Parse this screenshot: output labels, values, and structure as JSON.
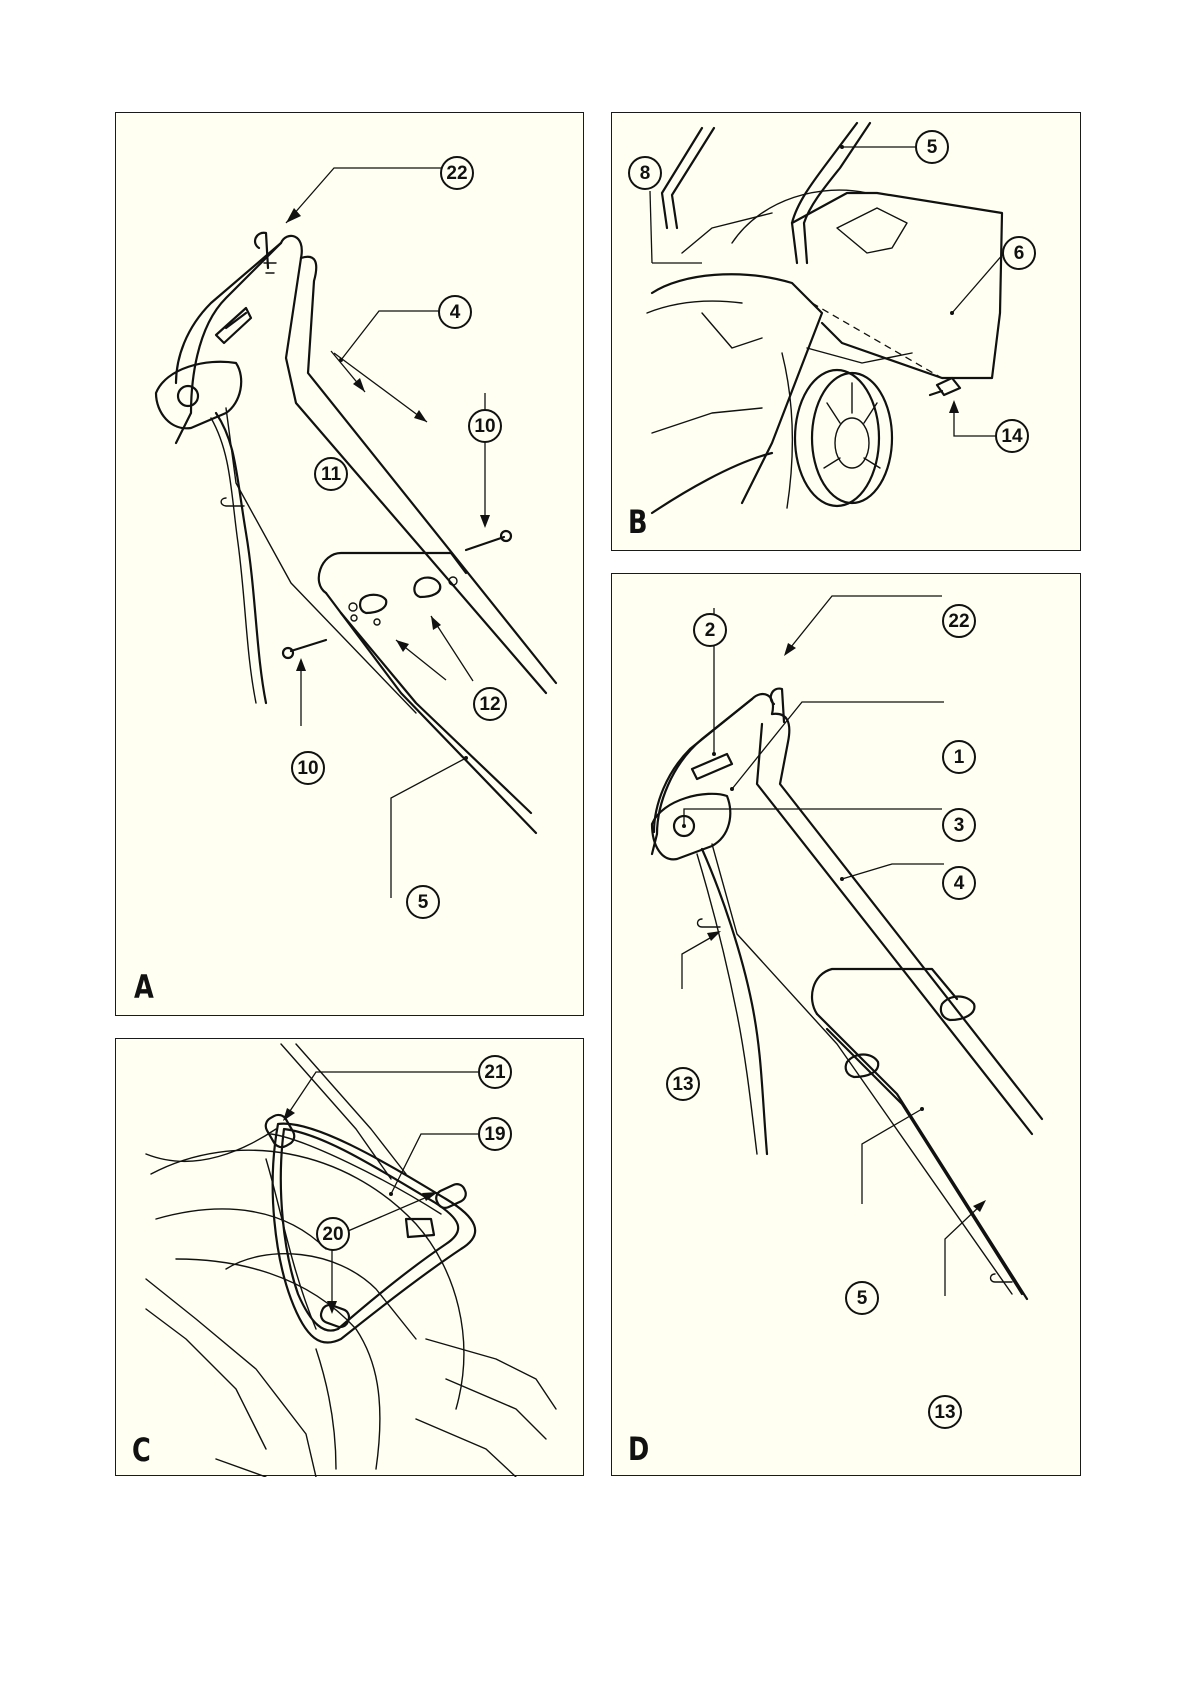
{
  "panels": {
    "a": {
      "letter": "A",
      "callouts": {
        "c22": "22",
        "c4": "4",
        "c10_top": "10",
        "c11": "11",
        "c12": "12",
        "c10_bottom": "10",
        "c5": "5"
      }
    },
    "b": {
      "letter": "B",
      "callouts": {
        "c8": "8",
        "c5": "5",
        "c6": "6",
        "c14": "14"
      }
    },
    "c": {
      "letter": "C",
      "callouts": {
        "c21": "21",
        "c19": "19",
        "c20": "20"
      }
    },
    "d": {
      "letter": "D",
      "callouts": {
        "c2": "2",
        "c22": "22",
        "c1": "1",
        "c3": "3",
        "c4": "4",
        "c13_top": "13",
        "c5": "5",
        "c13_bottom": "13"
      }
    }
  }
}
